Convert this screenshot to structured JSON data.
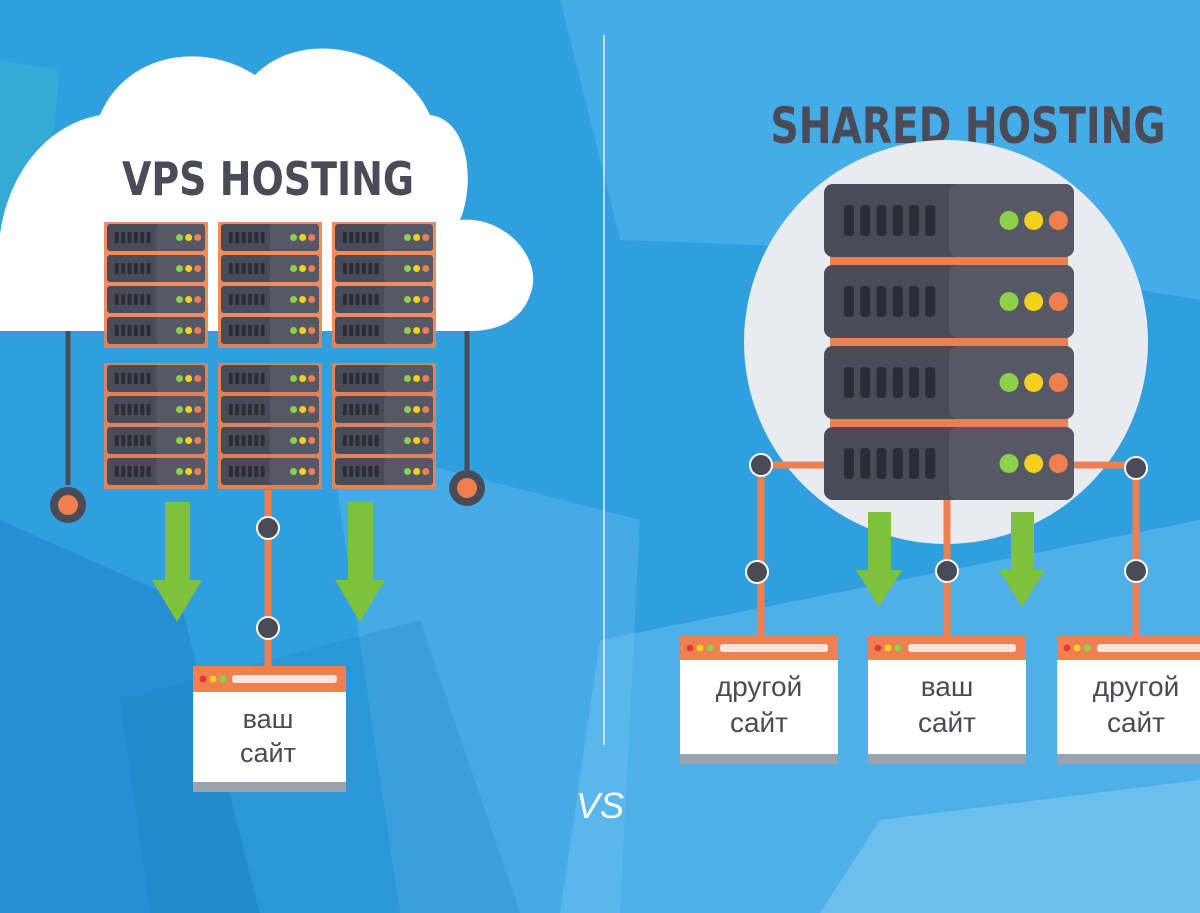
{
  "vps": {
    "title": "VPS HOSTING",
    "site_line1": "ваш",
    "site_line2": "сайт"
  },
  "divider_label": "VS",
  "shared": {
    "title": "SHARED HOSTING",
    "sites": [
      {
        "line1": "другой",
        "line2": "сайт"
      },
      {
        "line1": "ваш",
        "line2": "сайт"
      },
      {
        "line1": "другой",
        "line2": "сайт"
      }
    ]
  },
  "colors": {
    "background": "#2f9fe0",
    "cloud": "#ffffff",
    "server_body": "#4a4b57",
    "server_panel": "#565866",
    "connector": "#f07f4f",
    "arrow": "#7dc13d",
    "led_green": "#8cd14b",
    "led_yellow": "#f2d21c",
    "led_orange": "#f07f4f",
    "title_text": "#4a4b57"
  },
  "icons": [
    "cloud-icon",
    "server-rack-icon",
    "browser-window-icon",
    "down-arrow-icon"
  ]
}
